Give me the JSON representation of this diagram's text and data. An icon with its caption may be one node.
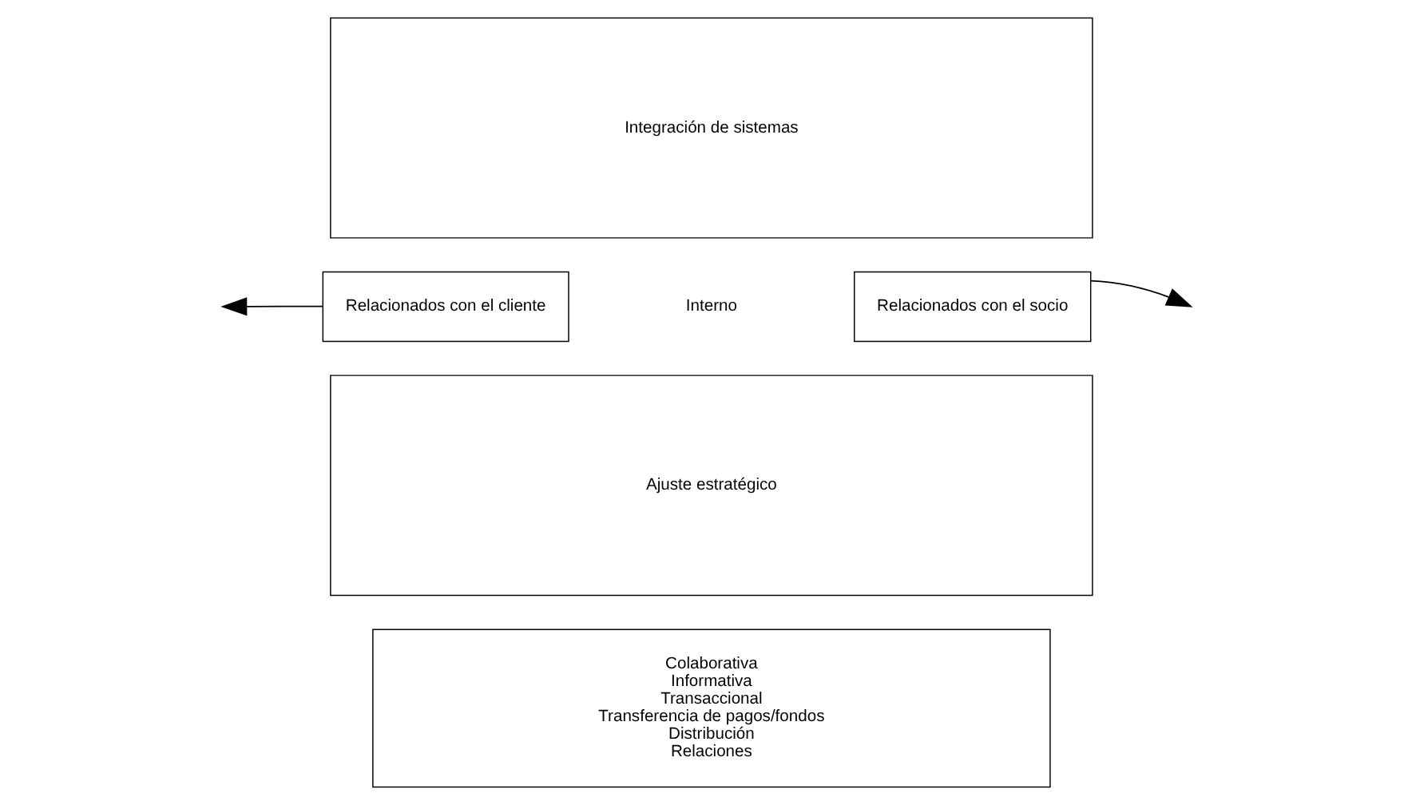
{
  "diagram": {
    "nodes": [
      {
        "text": [
          "Integración de sistemas"
        ]
      },
      {
        "text": [
          "Relacionados con el cliente"
        ]
      },
      {
        "text": [
          "Interno"
        ]
      },
      {
        "text": [
          "Relacionados con el socio"
        ]
      },
      {
        "text": [
          "Ajuste estratégico"
        ]
      },
      {
        "text": [
          "Colaborativa",
          "Informativa",
          "Transaccional",
          "Transferencia de pagos/fondos",
          "Distribución",
          "Relaciones"
        ]
      }
    ],
    "edges": [
      {
        "from": 1,
        "to": null,
        "arrow": "to"
      },
      {
        "from": 3,
        "to": null,
        "arrow": "to"
      }
    ]
  }
}
